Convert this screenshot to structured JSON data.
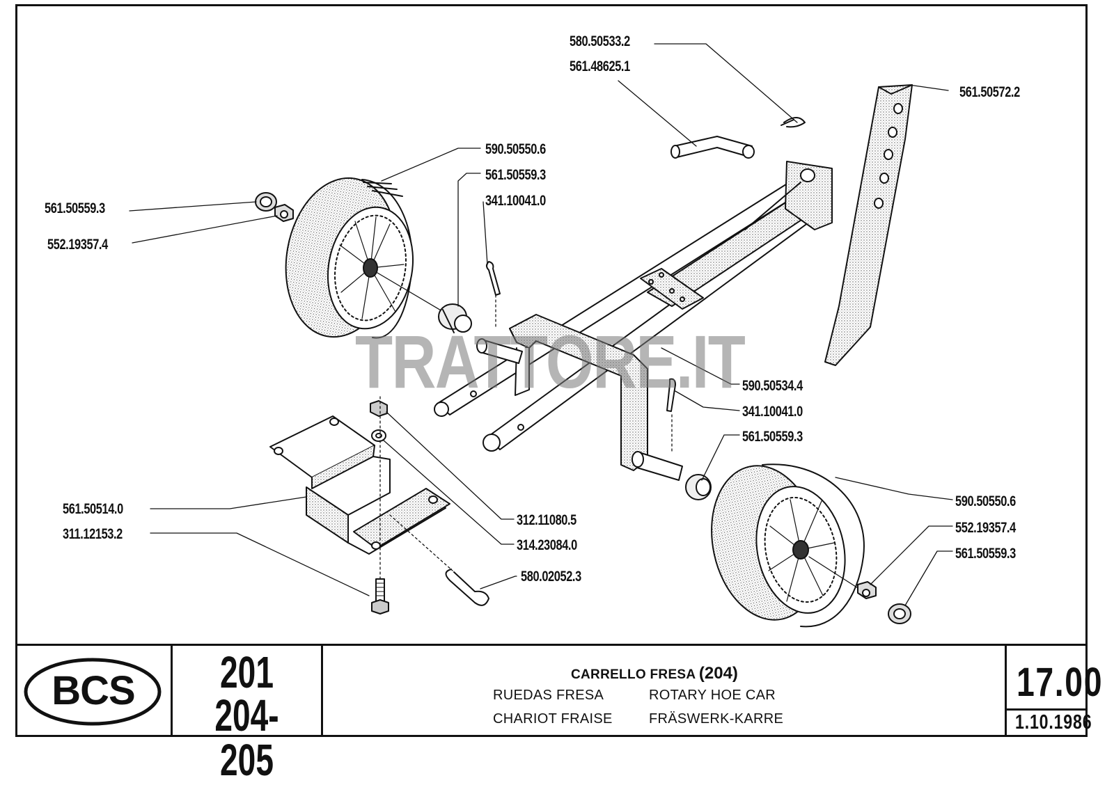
{
  "drawing": {
    "parts": {
      "p1": "580.50533.2",
      "p2": "561.48625.1",
      "p3": "561.50572.2",
      "p4": "590.50550.6",
      "p5": "561.50559.3",
      "p6": "341.10041.0",
      "p7": "561.50559.3",
      "p8": "552.19357.4",
      "p9": "590.50534.4",
      "p10": "341.10041.0",
      "p11": "561.50559.3",
      "p12": "590.50550.6",
      "p13": "552.19357.4",
      "p14": "561.50559.3",
      "p15": "561.50514.0",
      "p16": "311.12153.2",
      "p17": "312.11080.5",
      "p18": "314.23084.0",
      "p19": "580.02052.3"
    },
    "watermark": "TRATTORE.IT"
  },
  "title_block": {
    "logo": "BCS",
    "model_line1": "201",
    "model_line2": "204-205",
    "title_it": "CARRELLO FRESA",
    "title_it_model": "(204)",
    "title_es": "RUEDAS FRESA",
    "title_fr": "CHARIOT FRAISE",
    "title_en": "ROTARY HOE CAR",
    "title_de": "FRÄSWERK-KARRE",
    "page": "17.00",
    "date": "1.10.1986"
  }
}
